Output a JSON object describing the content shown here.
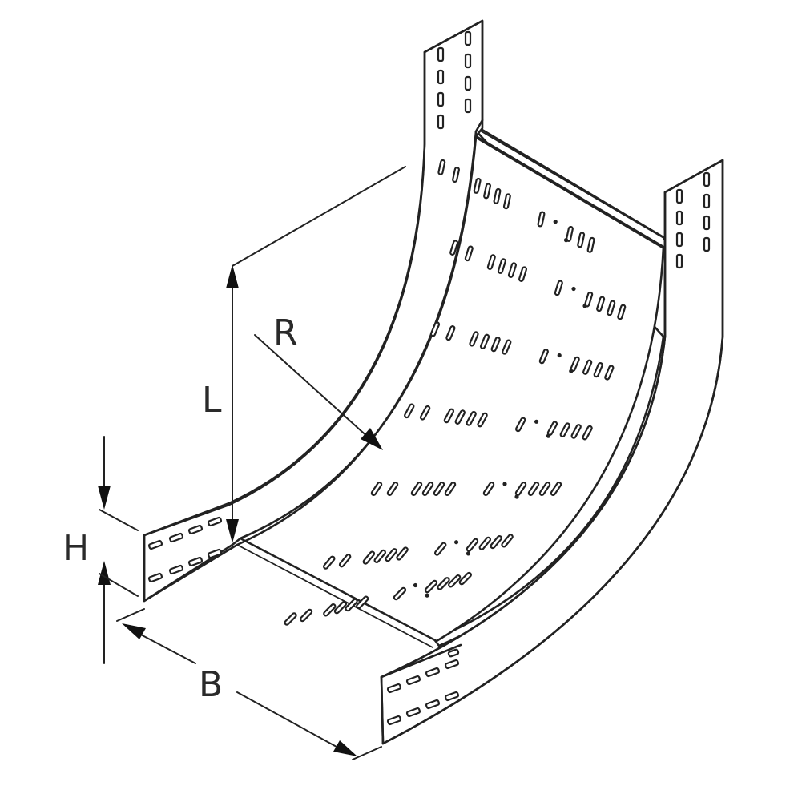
{
  "diagram": {
    "labels": {
      "radius": "R",
      "length": "L",
      "height": "H",
      "width": "B"
    },
    "colors": {
      "line": "#222222",
      "text": "#2a2a2a",
      "background": "#ffffff"
    }
  }
}
